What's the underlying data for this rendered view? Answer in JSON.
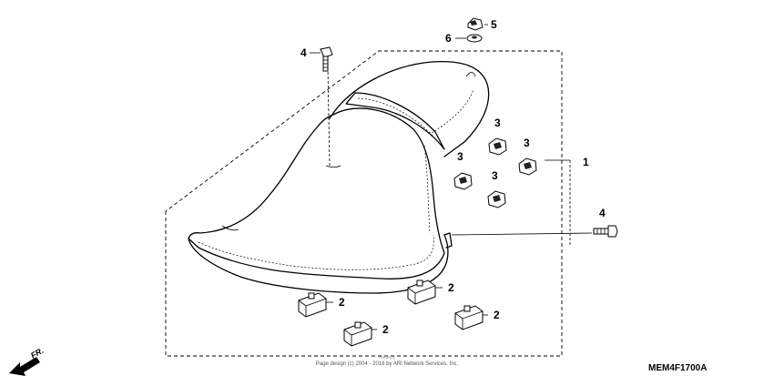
{
  "callouts": {
    "seat": "1",
    "rubber_a": "2",
    "rubber_b": "2",
    "rubber_c": "2",
    "rubber_d": "2",
    "nut_a": "3",
    "nut_b": "3",
    "nut_c": "3",
    "nut_d": "3",
    "bolt_top": "4",
    "bolt_side": "4",
    "cap_nut": "5",
    "washer": "6"
  },
  "footer": {
    "watermark": "Hadeply",
    "copyright": "Page design (c) 2004 - 2016 by ARI Network Services, Inc."
  },
  "diagram_code": "MEM4F1700A",
  "direction_label": "FR."
}
